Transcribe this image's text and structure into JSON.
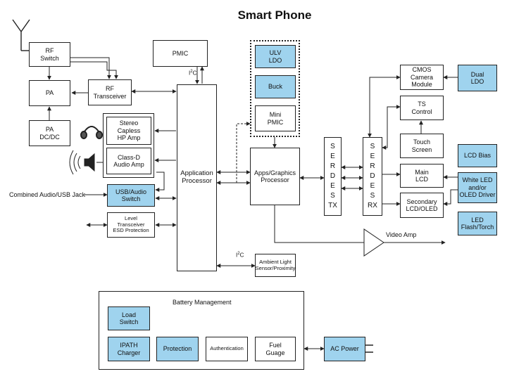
{
  "title": "Smart Phone",
  "blocks": {
    "rf_switch": "RF\nSwitch",
    "pa": "PA",
    "pa_dcdc": "PA\nDC/DC",
    "rf_transceiver": "RF\nTransceiver",
    "pmic": "PMIC",
    "stereo_hp_amp": "Stereo\nCapless\nHP Amp",
    "class_d_amp": "Class-D\nAudio Amp",
    "usb_audio_switch": "USB/Audio\nSwitch",
    "level_transceiver": "Level\nTransceiver\nESD Protection",
    "application_processor": "Application\nProcessor",
    "ulv_ldo": "ULV\nLDO",
    "buck": "Buck",
    "mini_pmic": "Mini\nPMIC",
    "apps_graphics_processor": "Apps/Graphics\nProcessor",
    "cmos_camera_module": "CMOS\nCamera\nModule",
    "dual_ldo": "Dual\nLDO",
    "ts_control": "TS\nControl",
    "touch_screen": "Touch\nScreen",
    "lcd_bias": "LCD Bias",
    "main_lcd": "Main\nLCD",
    "white_led_driver": "White LED\nand/or\nOLED Driver",
    "secondary_lcd": "Secondary\nLCD/OLED",
    "led_flash": "LED\nFlash/Torch",
    "ambient_light": "Ambient Light\nSensor/Proximity",
    "battery_management": "Battery Management",
    "load_switch": "Load\nSwitch",
    "ipath_charger": "IPATH\nCharger",
    "protection": "Protection",
    "authentication": "Authentication",
    "fuel_gauge": "Fuel\nGuage",
    "ac_power": "AC Power"
  },
  "serdes": {
    "tx": [
      "S",
      "E",
      "R",
      "D",
      "E",
      "S",
      "TX"
    ],
    "rx": [
      "S",
      "E",
      "R",
      "D",
      "E",
      "S",
      "RX"
    ]
  },
  "labels": {
    "combined_jack": "Combined Audio/USB Jack",
    "video_amp": "Video Amp",
    "i2c_top": "I",
    "i2c_bottom": "I",
    "i2c_sup": "2",
    "i2c_c": "C"
  },
  "colors": {
    "accent_block": "#9fd3ee",
    "line": "#222222"
  }
}
